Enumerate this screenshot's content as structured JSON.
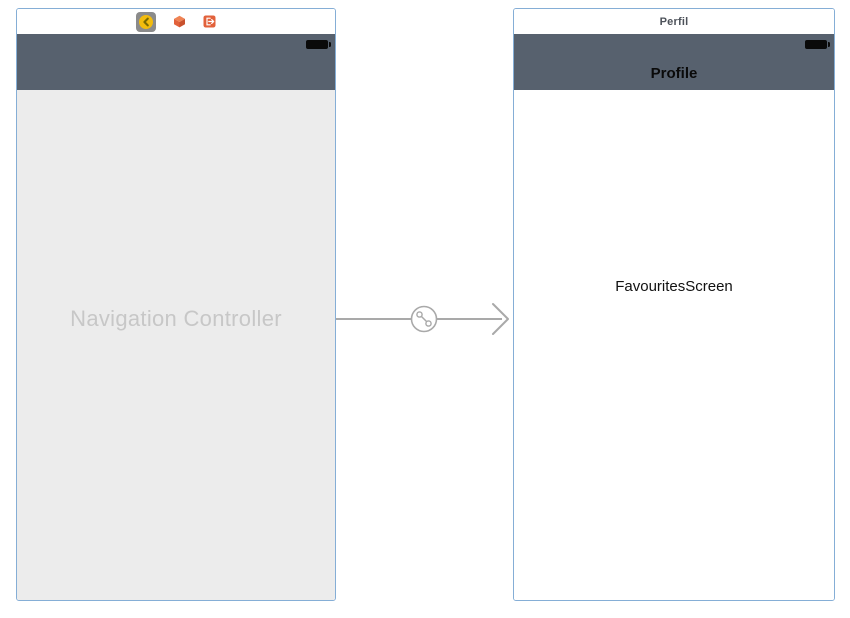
{
  "left_controller": {
    "body_label": "Navigation Controller",
    "dock_icons": [
      {
        "name": "navigation-controller-icon",
        "selected": true
      },
      {
        "name": "first-responder-icon",
        "selected": false
      },
      {
        "name": "exit-icon",
        "selected": false
      }
    ]
  },
  "segue": {
    "icon": "relationship-segue-icon",
    "direction": "left-to-right"
  },
  "right_controller": {
    "dock_title": "Perfil",
    "nav_bar_title": "Profile",
    "body_label": "FavouritesScreen"
  },
  "colors": {
    "frame_border": "#85aed6",
    "nav_bar": "#57616e",
    "left_body_background": "#ececec",
    "right_body_background": "#ffffff",
    "placeholder_text": "#c7c7c7",
    "segue_gray": "#a9a9a9",
    "icon_orange": "#e2613b",
    "icon_yellow": "#f3bc0e",
    "battery_black": "#0a0a0a"
  }
}
